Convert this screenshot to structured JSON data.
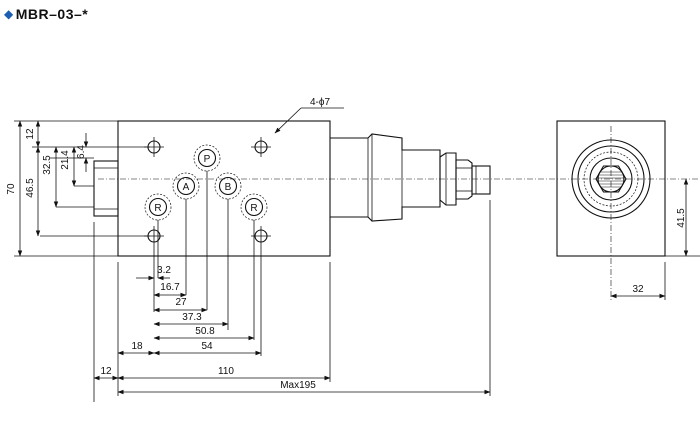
{
  "title": {
    "marker": "◆",
    "text": "MBR–03–*"
  },
  "ports": [
    "P",
    "A",
    "B",
    "R",
    "R"
  ],
  "callout": "4-ϕ7",
  "dimensions": {
    "left_vertical": [
      "12",
      "21.4",
      "6.4",
      "32.5",
      "46.5",
      "70"
    ],
    "bottom_horizontal": [
      "3.2",
      "16.7",
      "27",
      "37.3",
      "50.8",
      "18",
      "54",
      "12",
      "110",
      "Max195"
    ],
    "side_view": [
      "41.5",
      "32"
    ]
  }
}
